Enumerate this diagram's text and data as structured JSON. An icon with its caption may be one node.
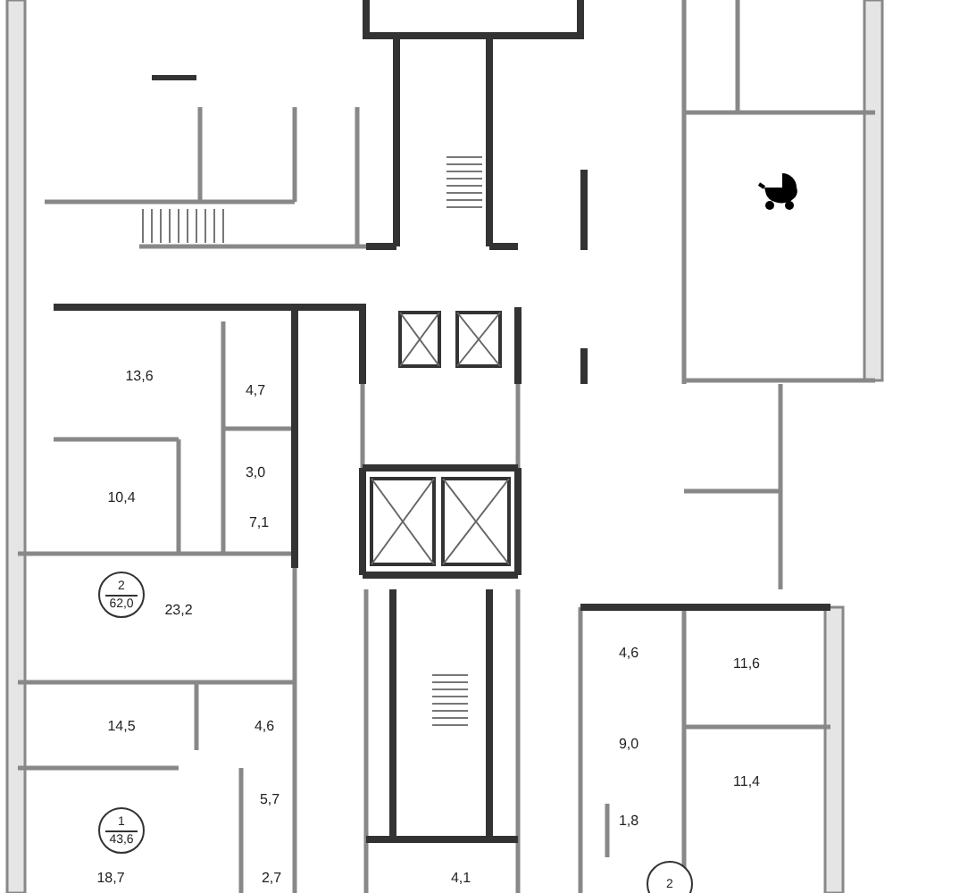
{
  "diagram": {
    "nodes": [
      {
        "text": [
          "2",
          "62,0"
        ]
      },
      {
        "text": [
          "1",
          "43,6"
        ]
      },
      {
        "text": [
          "2"
        ]
      }
    ],
    "edges": [],
    "labels": [
      "13,6",
      "4,7",
      "3,0",
      "10,4",
      "7,1",
      "23,2",
      "4,6",
      "11,6",
      "14,5",
      "4,6",
      "9,0",
      "11,4",
      "5,7",
      "1,8",
      "18,7",
      "2,7",
      "4,1"
    ]
  }
}
